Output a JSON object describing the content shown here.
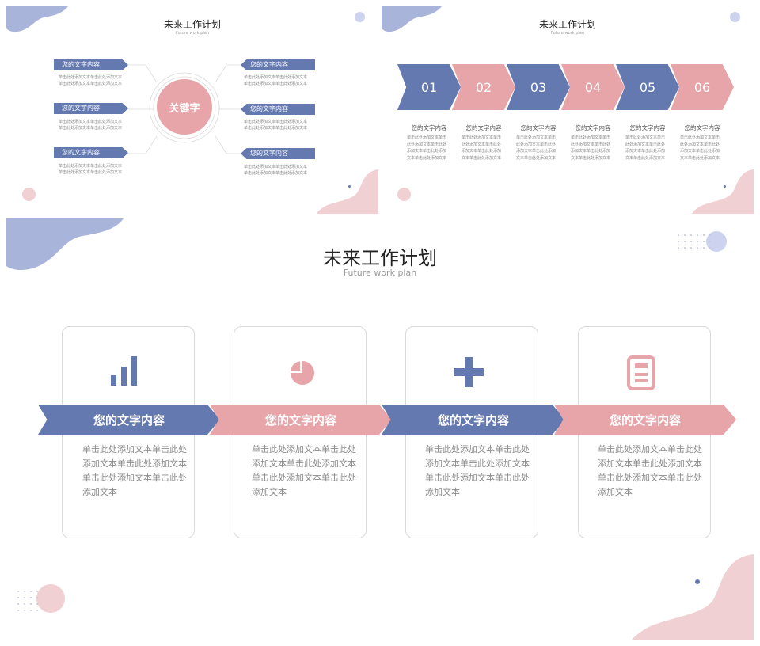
{
  "slide1": {
    "title": "未来工作计划",
    "subtitle": "Future work plan",
    "center_keyword": "关键字",
    "items": [
      {
        "heading": "您的文字内容",
        "body": "单击此处添加文本单击此处添加文本单击此处添加文本单击此处添加文本"
      },
      {
        "heading": "您的文字内容",
        "body": "单击此处添加文本单击此处添加文本单击此处添加文本单击此处添加文本"
      },
      {
        "heading": "您的文字内容",
        "body": "单击此处添加文本单击此处添加文本单击此处添加文本单击此处添加文本"
      },
      {
        "heading": "您的文字内容",
        "body": "单击此处添加文本单击此处添加文本单击此处添加文本单击此处添加文本"
      },
      {
        "heading": "您的文字内容",
        "body": "单击此处添加文本单击此处添加文本单击此处添加文本单击此处添加文本"
      },
      {
        "heading": "您的文字内容",
        "body": "单击此处添加文本单击此处添加文本单击此处添加文本单击此处添加文本"
      }
    ]
  },
  "slide2": {
    "title": "未来工作计划",
    "subtitle": "Future work plan",
    "steps": [
      {
        "number": "01",
        "heading": "您的文字内容",
        "body": "单击此处添加文本单击此处添加文本单击此处添加文本单击此处添加文本单击此处添加文本"
      },
      {
        "number": "02",
        "heading": "您的文字内容",
        "body": "单击此处添加文本单击此处添加文本单击此处添加文本单击此处添加文本单击此处添加文本"
      },
      {
        "number": "03",
        "heading": "您的文字内容",
        "body": "单击此处添加文本单击此处添加文本单击此处添加文本单击此处添加文本单击此处添加文本"
      },
      {
        "number": "04",
        "heading": "您的文字内容",
        "body": "单击此处添加文本单击此处添加文本单击此处添加文本单击此处添加文本单击此处添加文本"
      },
      {
        "number": "05",
        "heading": "您的文字内容",
        "body": "单击此处添加文本单击此处添加文本单击此处添加文本单击此处添加文本单击此处添加文本"
      },
      {
        "number": "06",
        "heading": "您的文字内容",
        "body": "单击此处添加文本单击此处添加文本单击此处添加文本单击此处添加文本单击此处添加文本"
      }
    ]
  },
  "slide3": {
    "title": "未来工作计划",
    "subtitle": "Future work plan",
    "cards": [
      {
        "icon": "bar-chart-icon",
        "heading": "您的文字内容",
        "lines": [
          "单击此处添加文本单击此处",
          "添加文本单击此处添加文本",
          "单击此处添加文本单击此处",
          "添加文本"
        ]
      },
      {
        "icon": "pie-chart-icon",
        "heading": "您的文字内容",
        "lines": [
          "单击此处添加文本单击此处",
          "添加文本单击此处添加文本",
          "单击此处添加文本单击此处",
          "添加文本"
        ]
      },
      {
        "icon": "plus-icon",
        "heading": "您的文字内容",
        "lines": [
          "单击此处添加文本单击此处",
          "添加文本单击此处添加文本",
          "单击此处添加文本单击此处",
          "添加文本"
        ]
      },
      {
        "icon": "document-icon",
        "heading": "您的文字内容",
        "lines": [
          "单击此处添加文本单击此处",
          "添加文本单击此处添加文本",
          "单击此处添加文本单击此处",
          "添加文本"
        ]
      }
    ]
  },
  "colors": {
    "blue": "#6479b0",
    "pink": "#e7a5a9",
    "light_blue": "#a9b4db",
    "light_pink": "#f1d0d3"
  }
}
